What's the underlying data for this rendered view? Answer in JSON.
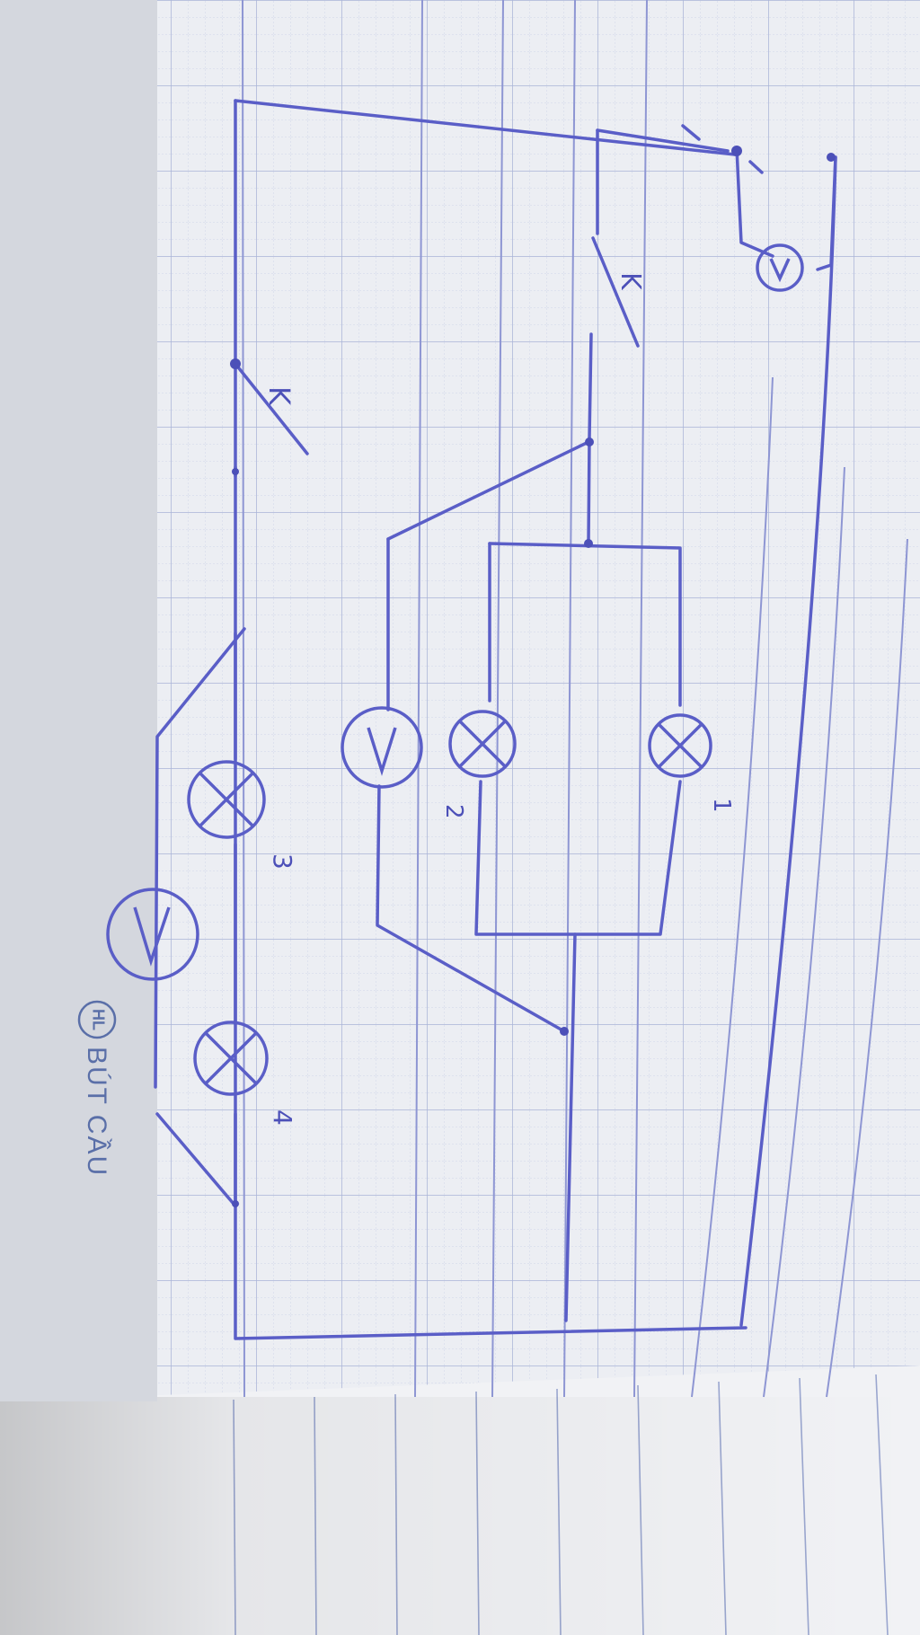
{
  "photo": {
    "brand": {
      "logo_letters": "HL",
      "name": "BÚT CẦU"
    },
    "labels": {
      "switch_top": "K",
      "switch_left": "K",
      "lamp_1": "1",
      "lamp_2": "2",
      "lamp_3": "3",
      "lamp_4": "4"
    },
    "colors": {
      "ink": "#5b5fc4",
      "paper": "#e9ecf1",
      "grid": "#b9c3de",
      "brand_blue": "#5a6fa8"
    }
  }
}
